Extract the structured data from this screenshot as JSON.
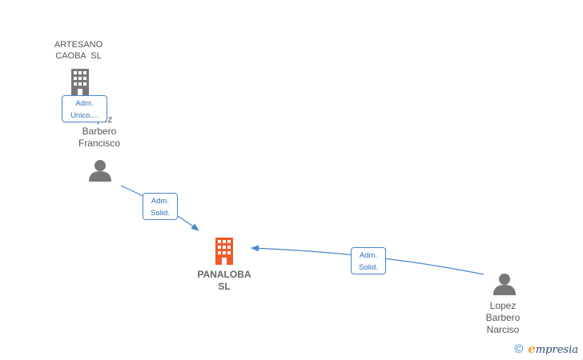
{
  "nodes": {
    "artesano": {
      "name_lines": [
        "ARTESANO",
        "CAOBA  SL"
      ],
      "type": "company",
      "color": "#777777"
    },
    "francisco": {
      "name_lines": [
        "Lopez",
        "Barbero",
        "Francisco"
      ],
      "type": "person",
      "color": "#777777"
    },
    "panaloba": {
      "name_lines": [
        "PANALOBA",
        "SL"
      ],
      "type": "company",
      "color": "#f05a28"
    },
    "narciso": {
      "name_lines": [
        "Lopez",
        "Barbero",
        "Narciso"
      ],
      "type": "person",
      "color": "#777777"
    }
  },
  "edges": [
    {
      "from": "francisco",
      "to": "artesano",
      "label_lines": [
        "Adm.",
        "Unico,..."
      ]
    },
    {
      "from": "francisco",
      "to": "panaloba",
      "label_lines": [
        "Adm.",
        "Solid."
      ]
    },
    {
      "from": "narciso",
      "to": "panaloba",
      "label_lines": [
        "Adm.",
        "Solid."
      ]
    }
  ],
  "colors": {
    "edge": "#4a86c8",
    "person_icon": "#777777",
    "company_main": "#f05a28"
  },
  "footer": {
    "copyright_symbol": "©",
    "brand_initial": "e",
    "brand_rest": "mpresia"
  }
}
